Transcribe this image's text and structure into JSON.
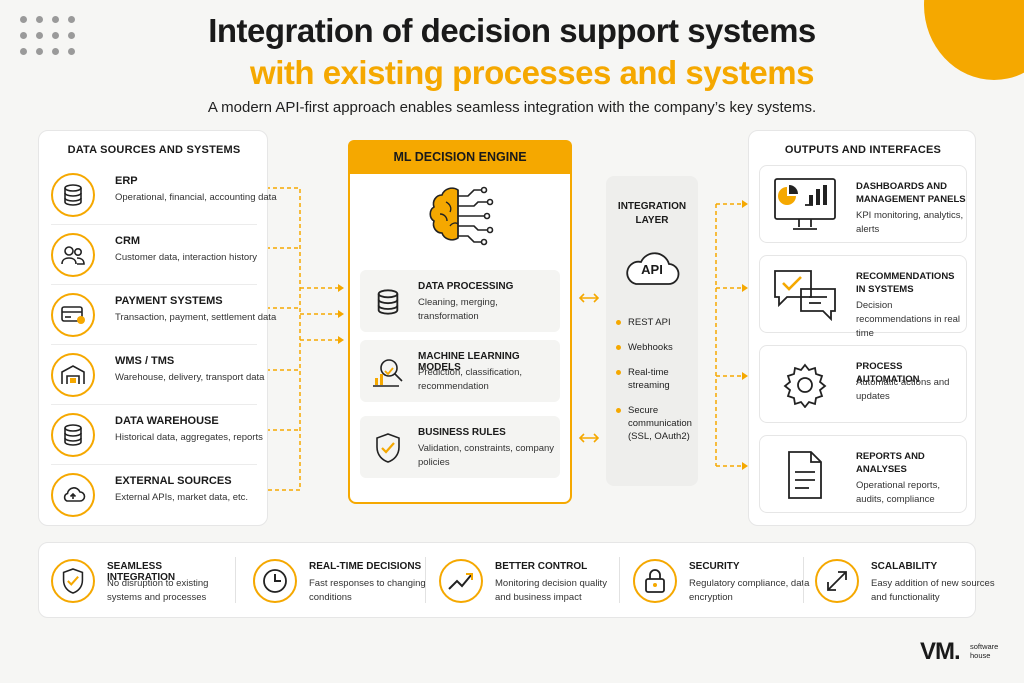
{
  "header": {
    "title_line1": "Integration of decision support systems",
    "title_line2": "with existing processes and systems",
    "subtitle": "A modern API-first approach enables seamless integration with the company’s key systems."
  },
  "sources": {
    "title": "DATA SOURCES AND SYSTEMS",
    "items": [
      {
        "name": "ERP",
        "desc": "Operational, financial, accounting data",
        "icon": "database-icon"
      },
      {
        "name": "CRM",
        "desc": "Customer data, interaction history",
        "icon": "users-icon"
      },
      {
        "name": "PAYMENT SYSTEMS",
        "desc": "Transaction, payment, settlement data",
        "icon": "payment-card-icon"
      },
      {
        "name": "WMS / TMS",
        "desc": "Warehouse, delivery, transport data",
        "icon": "warehouse-icon"
      },
      {
        "name": "DATA WAREHOUSE",
        "desc": "Historical data, aggregates, reports",
        "icon": "database-icon"
      },
      {
        "name": "EXTERNAL SOURCES",
        "desc": "External APIs, market data, etc.",
        "icon": "cloud-icon"
      }
    ]
  },
  "engine": {
    "title": "ML DECISION ENGINE",
    "icon": "brain-circuit-icon",
    "modules": [
      {
        "name": "DATA PROCESSING",
        "desc": "Cleaning, merging, transformation",
        "icon": "database-icon"
      },
      {
        "name": "MACHINE LEARNING MODELS",
        "desc": "Prediction, classification, recommendation",
        "icon": "analytics-magnifier-icon"
      },
      {
        "name": "BUSINESS RULES",
        "desc": "Validation, constraints, company policies",
        "icon": "shield-check-icon"
      }
    ]
  },
  "integration": {
    "title_line1": "INTEGRATION",
    "title_line2": "LAYER",
    "api_label": "API",
    "items": [
      "REST API",
      "Webhooks",
      "Real-time streaming",
      "Secure communication (SSL, OAuth2)"
    ]
  },
  "outputs": {
    "title": "OUTPUTS AND INTERFACES",
    "items": [
      {
        "name": "DASHBOARDS AND MANAGEMENT PANELS",
        "desc": "KPI monitoring, analytics, alerts",
        "icon": "dashboard-monitor-icon"
      },
      {
        "name": "RECOMMENDATIONS IN SYSTEMS",
        "desc": "Decision recommendations in real time",
        "icon": "chat-check-icon"
      },
      {
        "name": "PROCESS AUTOMATION",
        "desc": "Automatic actions and updates",
        "icon": "gear-icon"
      },
      {
        "name": "REPORTS AND ANALYSES",
        "desc": "Operational reports, audits, compliance",
        "icon": "document-icon"
      }
    ]
  },
  "benefits": [
    {
      "name": "SEAMLESS INTEGRATION",
      "desc": "No disruption to existing systems and processes",
      "icon": "shield-check-icon"
    },
    {
      "name": "REAL-TIME DECISIONS",
      "desc": "Fast responses to changing conditions",
      "icon": "clock-icon"
    },
    {
      "name": "BETTER CONTROL",
      "desc": "Monitoring decision quality and business impact",
      "icon": "trend-up-icon"
    },
    {
      "name": "SECURITY",
      "desc": "Regulatory compliance, data encryption",
      "icon": "lock-icon"
    },
    {
      "name": "SCALABILITY",
      "desc": "Easy addition of new sources and functionality",
      "icon": "expand-arrows-icon"
    }
  ],
  "logo": {
    "mark": "VM.",
    "line1": "software",
    "line2": "house"
  },
  "colors": {
    "accent": "#f5a800",
    "text": "#1a1a1a",
    "background": "#f6f6f4"
  }
}
